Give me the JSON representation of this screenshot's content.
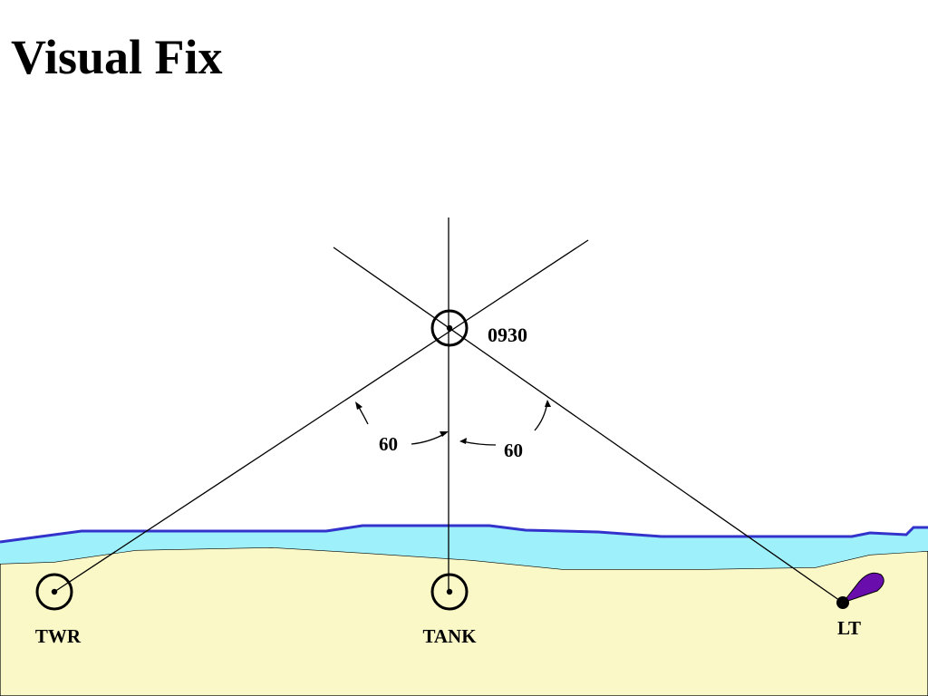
{
  "title": "Visual Fix",
  "fix": {
    "time_label": "0930"
  },
  "angles": {
    "left_label": "60",
    "right_label": "60"
  },
  "landmarks": {
    "tower": {
      "label": "TWR",
      "icon": "fixed-object-circle-icon"
    },
    "tank": {
      "label": "TANK",
      "icon": "fixed-object-circle-icon"
    },
    "light": {
      "label": "LT",
      "icon": "lighthouse-light-icon"
    }
  },
  "colors": {
    "water": "#9EF0FA",
    "shoreline": "#3333CC",
    "land": "#FBF8C8",
    "light_beam": "#6A0DAD",
    "lines": "#000000"
  }
}
